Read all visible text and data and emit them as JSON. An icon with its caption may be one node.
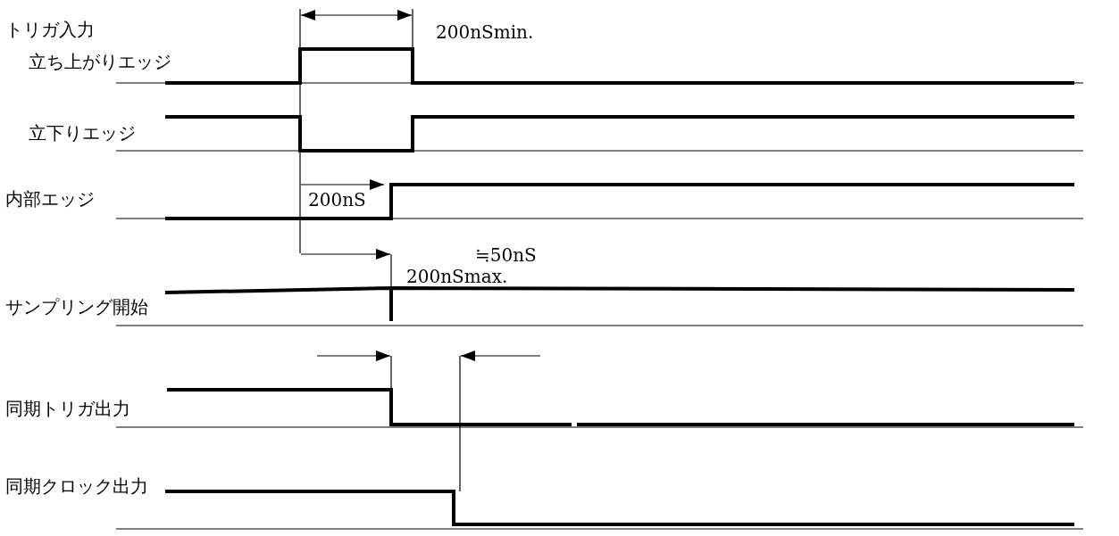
{
  "diagram": {
    "labels": [
      "トリガ入力",
      "200nSmin.",
      "立ち上がりエッジ",
      "立下りエッジ",
      "200nS",
      "内部エッジ",
      "200nSmax.",
      "サンプリング開始",
      "≒50nS",
      "同期トリガ出力",
      "同期クロック出力"
    ]
  }
}
